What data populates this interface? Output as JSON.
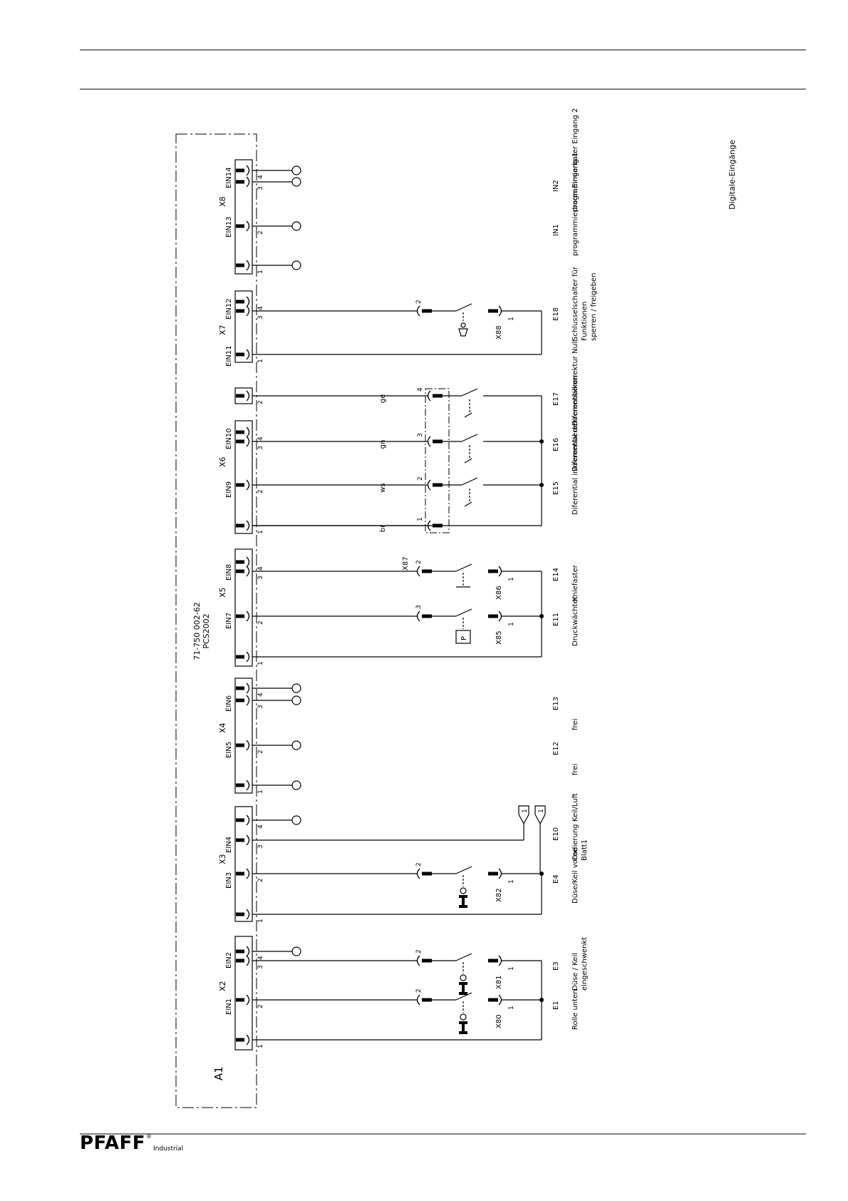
{
  "diagram": {
    "section_title": "Digitale-Eingänge",
    "board": {
      "id": "A1",
      "part_number": "71-750 002-62",
      "name": "PCS2002"
    },
    "connectors": [
      "X2",
      "X3",
      "X4",
      "X5",
      "X6",
      "X7",
      "X8"
    ],
    "ein_labels": [
      "EIN1",
      "EIN2",
      "EIN3",
      "EIN4",
      "EIN5",
      "EIN6",
      "EIN7",
      "EIN8",
      "EIN9",
      "EIN10",
      "EIN11",
      "EIN12",
      "EIN13",
      "EIN14"
    ],
    "inputs": [
      {
        "id": "E1",
        "label": "Rolle unten"
      },
      {
        "id": "E3",
        "label": "Düse / Keil",
        "label2": "eingeschwenkt"
      },
      {
        "id": "E4",
        "label": "Düse/Keil vorne"
      },
      {
        "id": "E10",
        "label": "Codierung Keil/Luft",
        "label2": "Blatt1"
      },
      {
        "id": "E12",
        "label": "frei"
      },
      {
        "id": "E13",
        "label": "frei"
      },
      {
        "id": "E11",
        "label": "Druckwächter"
      },
      {
        "id": "E14",
        "label": "Kniefaster"
      },
      {
        "id": "E15",
        "label": "Diferential inkrementieren"
      },
      {
        "id": "E16",
        "label": "Diferential dekrementieren"
      },
      {
        "id": "E17",
        "label": "Diferentialkorrektur Null"
      },
      {
        "id": "E18",
        "label": "Schlusselschalter für",
        "label2": "Funktionen",
        "label3": "sperren / freigeben"
      },
      {
        "id": "IN1",
        "label": "programmierbarer Eingang 1"
      },
      {
        "id": "IN2",
        "label": "programmierbarer Eingang 2"
      }
    ],
    "switches": [
      "X80",
      "X81",
      "X82",
      "X85",
      "X86",
      "X87",
      "X88"
    ],
    "wire_colors": [
      "br",
      "ws",
      "gn",
      "ge"
    ],
    "pins": [
      "1",
      "2",
      "3",
      "4"
    ],
    "pressure_symbol": "P"
  },
  "footer": {
    "brand": "PFAFF",
    "reg": "®",
    "sub": "Industrial"
  }
}
